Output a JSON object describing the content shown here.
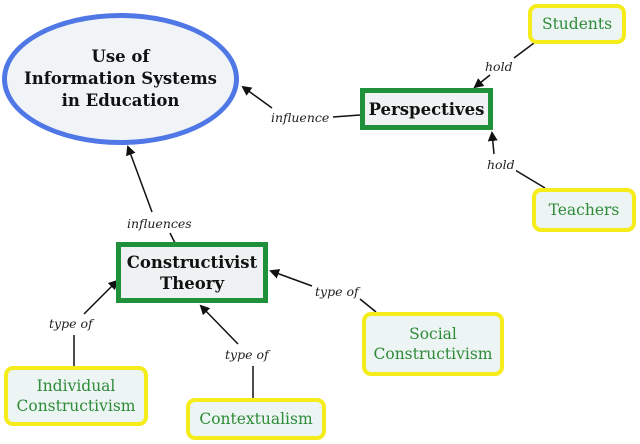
{
  "nodes": {
    "root": "Use of\nInformation Systems\nin Education",
    "perspectives": "Perspectives",
    "constructivist_theory": "Constructivist\nTheory",
    "students": "Students",
    "teachers": "Teachers",
    "individual_constructivism": "Individual\nConstructivism",
    "contextualism": "Contextualism",
    "social_constructivism": "Social\nConstructivism"
  },
  "links": {
    "influence": "influence",
    "influences": "influences",
    "hold_students": "hold",
    "hold_teachers": "hold",
    "type_of_individual": "type of",
    "type_of_contextualism": "type of",
    "type_of_social": "type of"
  },
  "colors": {
    "root_border": "#4f78e6",
    "concept_border": "#20913b",
    "leaf_border": "#f5ec1b",
    "leaf_text": "#2e8b38",
    "node_fill": "#eef2f3"
  }
}
